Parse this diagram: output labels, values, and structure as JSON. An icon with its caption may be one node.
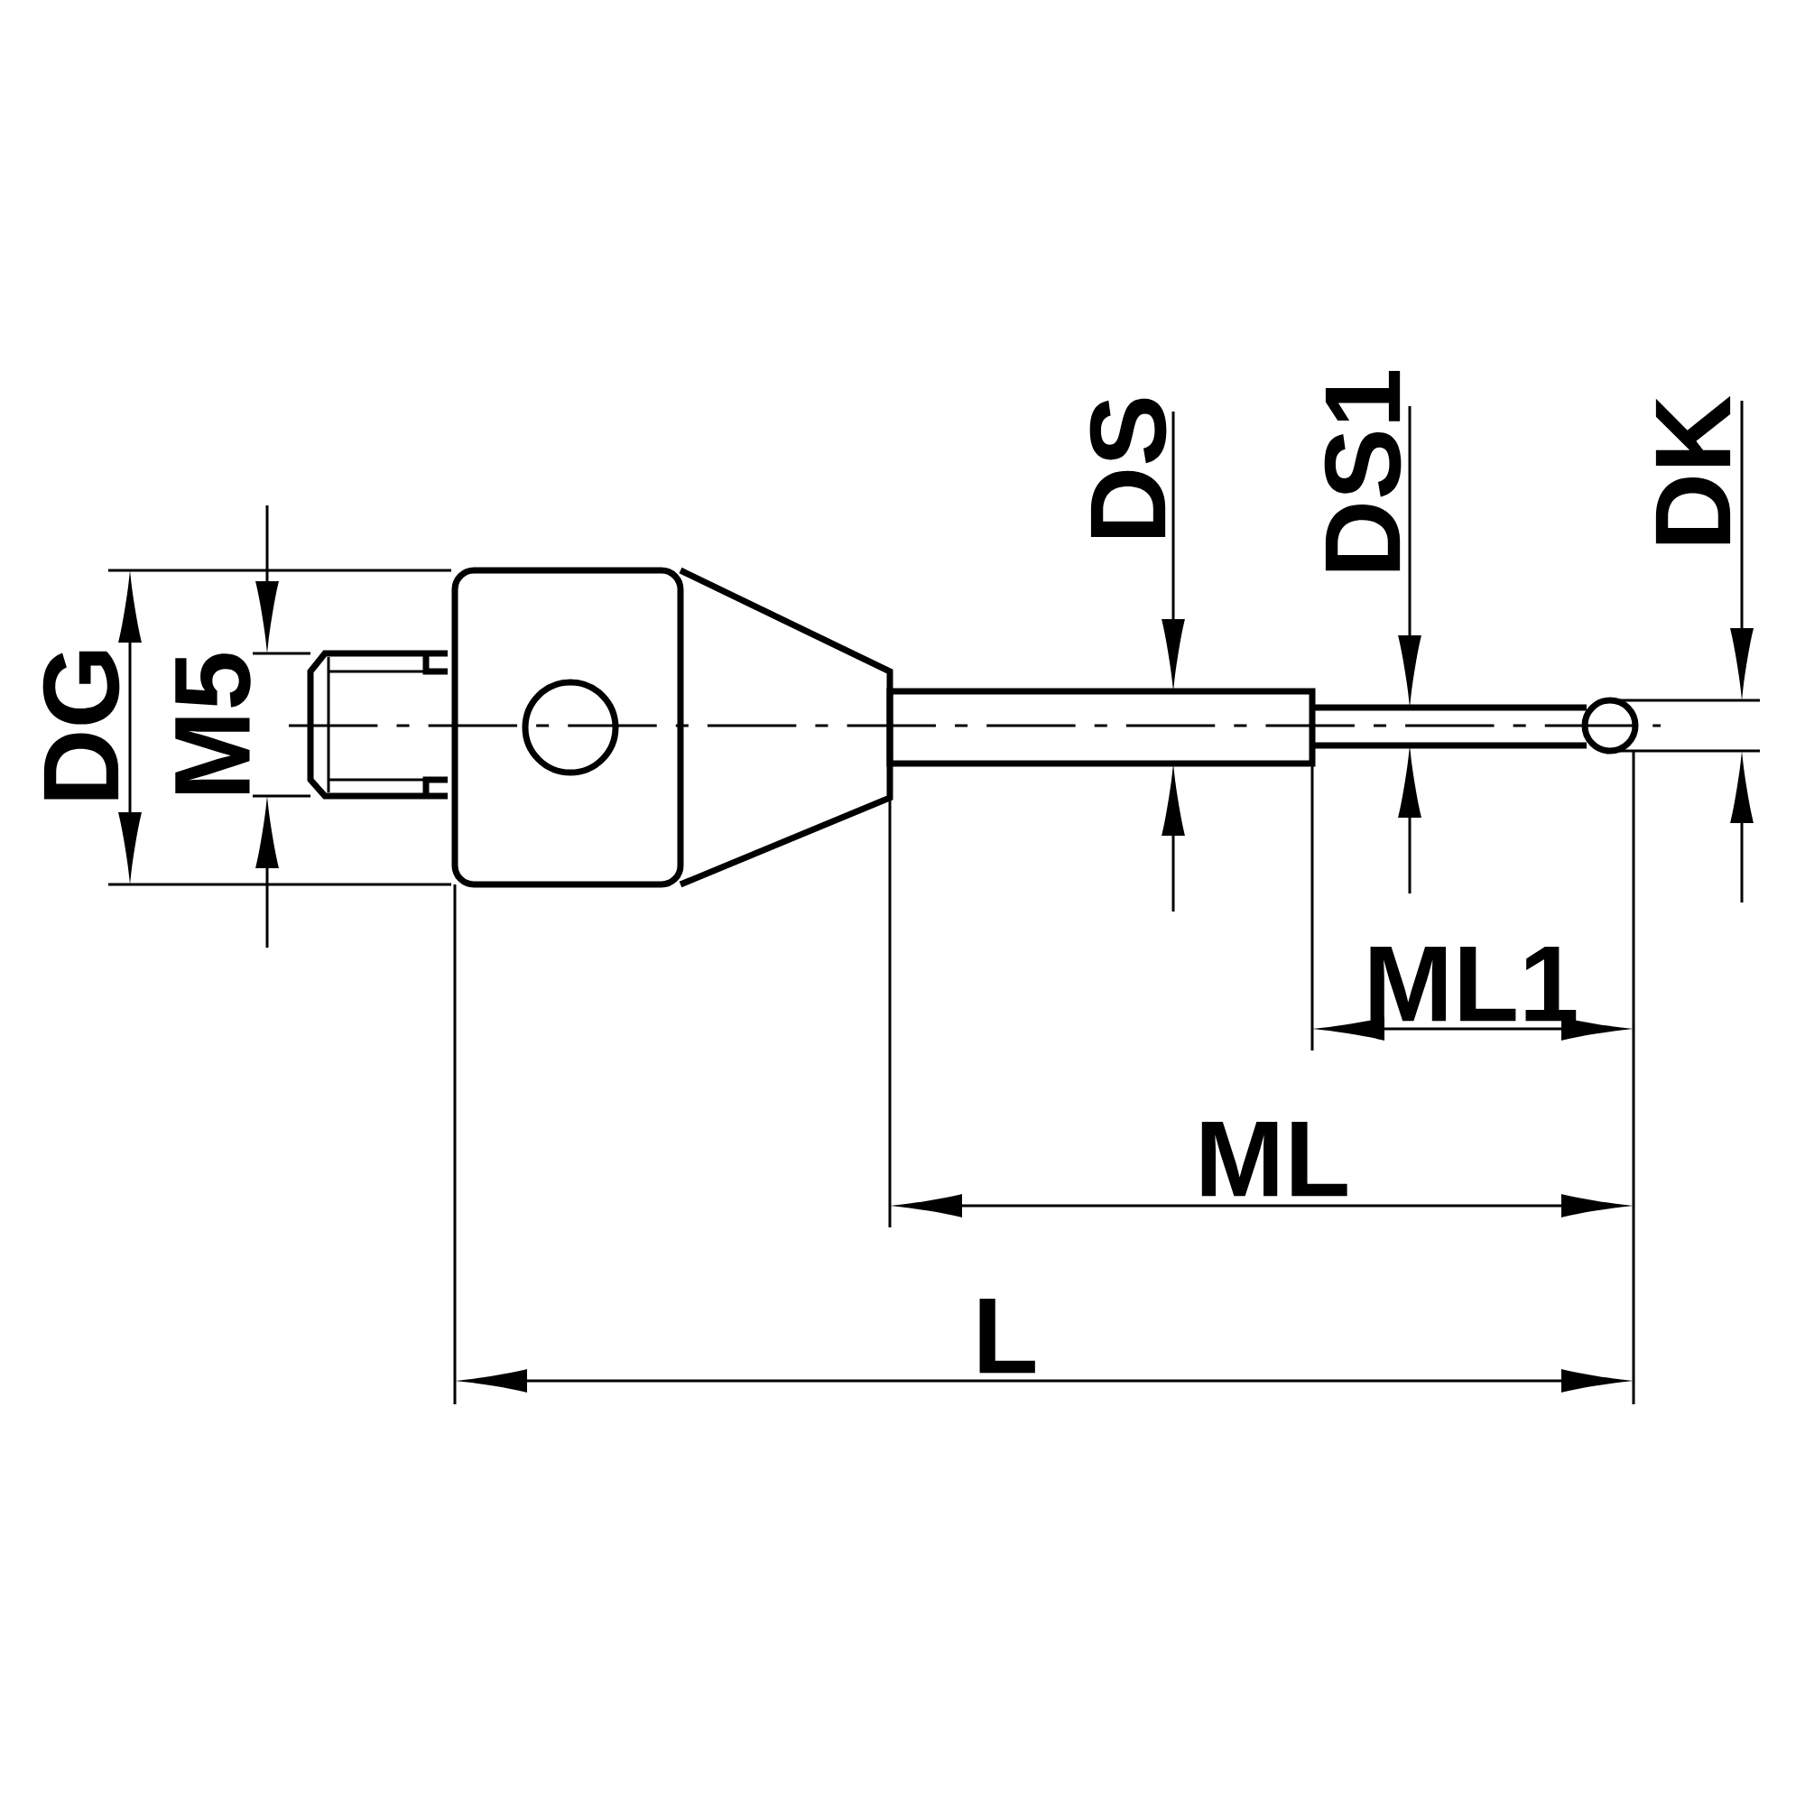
{
  "diagram": {
    "labels": [
      "DS",
      "DS1",
      "DK",
      "DG",
      "M5",
      "ML1",
      "ML",
      "L"
    ]
  }
}
